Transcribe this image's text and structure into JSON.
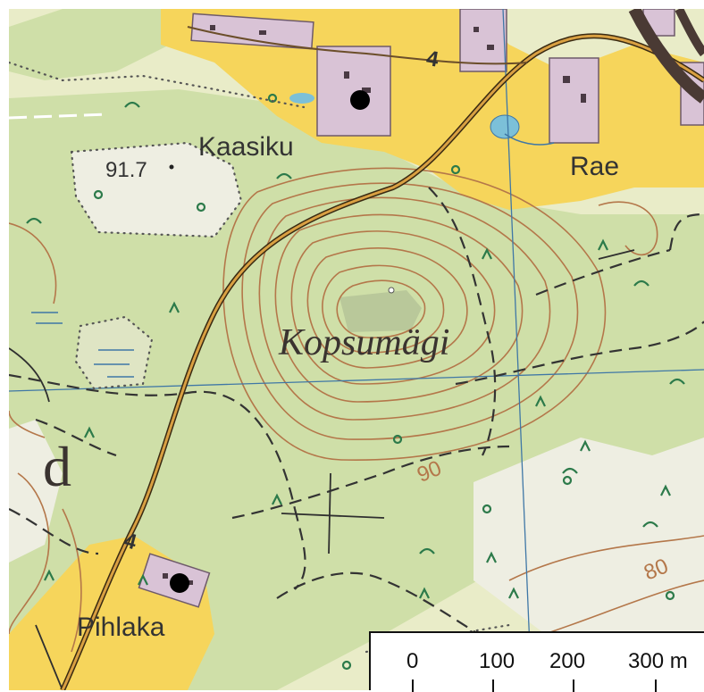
{
  "map": {
    "place_names": {
      "kaasiku": "Kaasiku",
      "rae": "Rae",
      "pihlaka": "Pihlaka",
      "hill": "Kopsumägi",
      "letter_d": "d"
    },
    "elevations": {
      "spot_height": "91.7",
      "contour_90": "90",
      "contour_80": "80"
    },
    "road_number_top": "4",
    "road_number_bottom": "4"
  },
  "scale_bar": {
    "labels": [
      "0",
      "100",
      "200",
      "300 m"
    ]
  },
  "colors": {
    "meadow": "#e9ecc8",
    "forest": "#cfdfa8",
    "settlement": "#f6d55b",
    "buildings": "#d9c3d6",
    "contours": "#b4774a",
    "road": "#c98c29",
    "water": "#7cc0d8",
    "grid": "#3f77a6"
  }
}
